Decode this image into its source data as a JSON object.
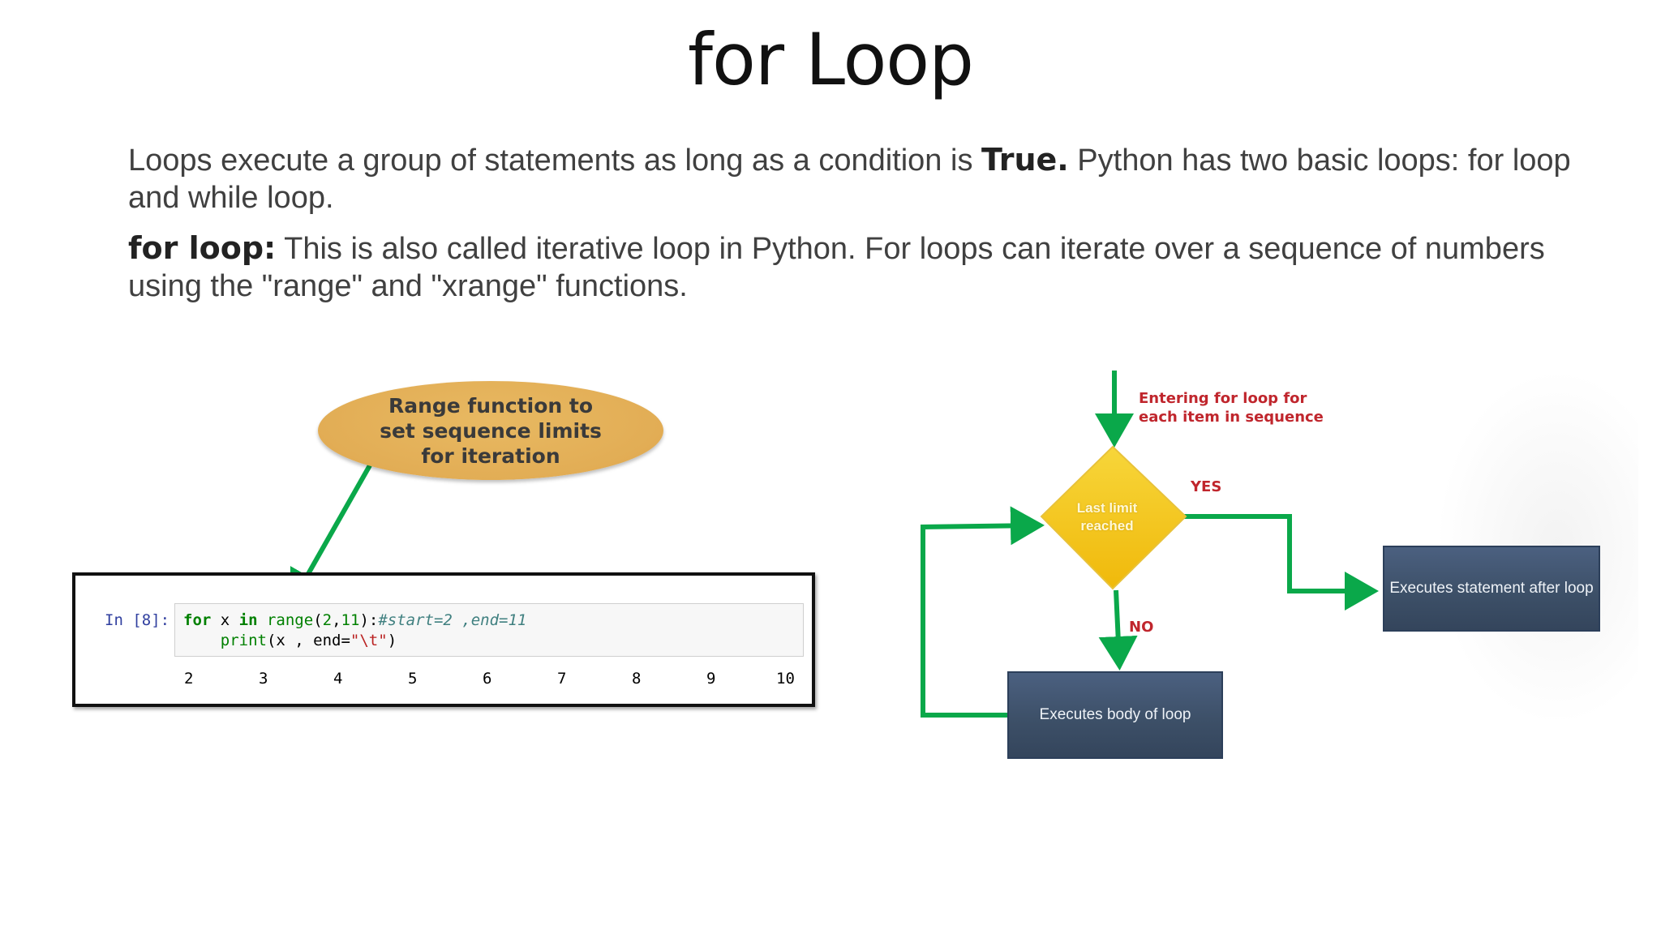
{
  "slide": {
    "title": "for Loop",
    "para1": {
      "before": "Loops execute a group of statements as long as a condition is ",
      "bold": "True.",
      "after": " Python has two basic loops: for loop and while loop."
    },
    "para2": {
      "bold": "for loop:",
      "after": " This is also called iterative loop in Python. For loops can iterate over a sequence of numbers using the \"range\" and \"xrange\" functions."
    }
  },
  "callout": {
    "text": "Range function to set sequence limits for iteration"
  },
  "notebook": {
    "prompt": "In [8]:",
    "line1": {
      "kw_for": "for",
      "var": " x ",
      "kw_in": "in",
      "fn": " range",
      "args_open": "(",
      "n1": "2",
      "comma": ",",
      "n2": "11",
      "args_close": "):",
      "comment": "#start=2 ,end=11"
    },
    "line2": {
      "indent": "    ",
      "fn": "print",
      "args": "(x , end=",
      "str": "\"\\t\"",
      "close": ")"
    },
    "output": [
      "2",
      "3",
      "4",
      "5",
      "6",
      "7",
      "8",
      "9",
      "10"
    ]
  },
  "flowchart": {
    "entry_note": "Entering for loop for each item in sequence",
    "condition": "Last limit reached",
    "yes_label": "YES",
    "no_label": "NO",
    "after_loop": "Executes statement after loop",
    "loop_body": "Executes body of  loop"
  },
  "colors": {
    "arrow_green": "#0aa84a",
    "callout_fill": "#e2ad55",
    "box_fill": "#3d5068",
    "label_red": "#c0262d",
    "diamond_yellow": "#f5c518"
  }
}
